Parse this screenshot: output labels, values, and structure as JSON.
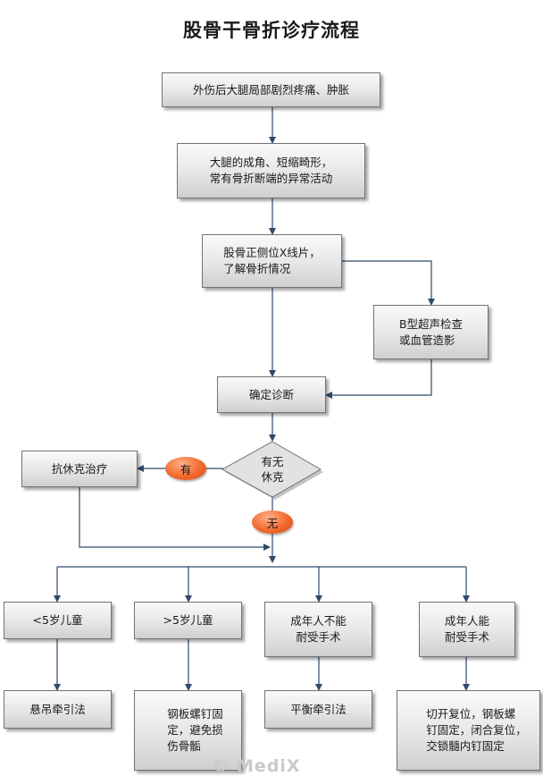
{
  "title": "股骨干骨折诊疗流程",
  "nodes": {
    "injury": "外伤后大腿局部剧烈疼痛、肿胀",
    "deformity": "大腿的成角、短缩畸形，\n常有骨折断端的异常活动",
    "xray": "股骨正侧位X线片，\n了解骨折情况",
    "ultrasound": "B型超声检查\n或血管造影",
    "diagnosis": "确定诊断",
    "shock_check": "有无\n休克",
    "anti_shock": "抗休克治疗",
    "under5": "<5岁儿童",
    "over5": ">5岁儿童",
    "adult_intolerant": "成年人不能\n耐受手术",
    "adult_tolerant": "成年人能\n耐受手术",
    "suspension": "悬吊牵引法",
    "plate_child": "钢板螺钉固\n定，避免损\n伤骨骺",
    "balanced_traction": "平衡牵引法",
    "open_reduction": "切开复位，钢板螺\n钉固定，闭合复位，\n交锁髓内钉固定"
  },
  "labels": {
    "yes": "有",
    "no": "无"
  },
  "colors": {
    "line": "#2e4a6b",
    "oval": "#f26a2e",
    "box_border": "#6f7378"
  },
  "watermark": "© MediX"
}
